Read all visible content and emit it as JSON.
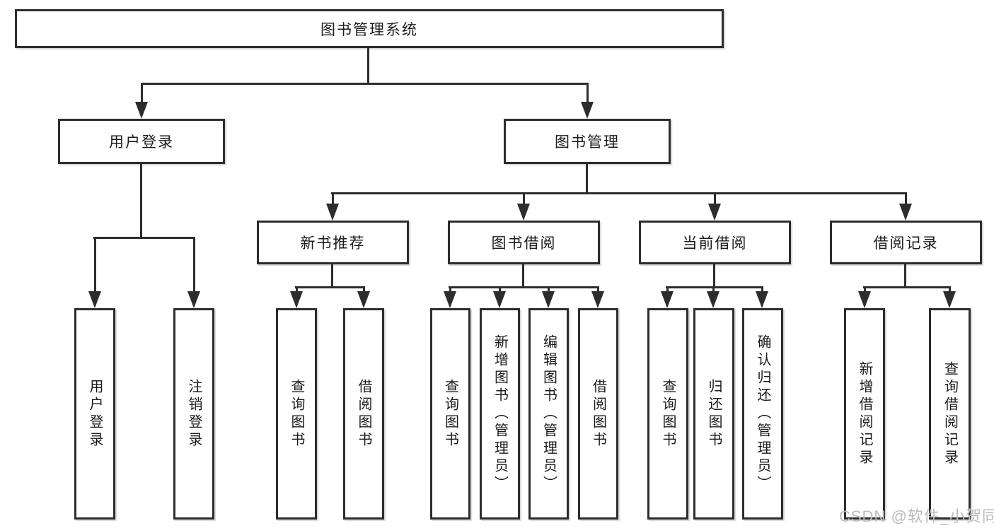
{
  "diagram": {
    "watermark": "CSDN @软件_小贺同学",
    "colors": {
      "background": "#ffffff",
      "box_border": "#2d2d2d",
      "connector_line": "#2d2d2d",
      "text": "#1b1b1b",
      "watermark_text": "#bcbcbc"
    },
    "tree": {
      "label": "图书管理系统",
      "children": [
        {
          "label": "用户登录",
          "children": [
            {
              "label": "用户登录"
            },
            {
              "label": "注销登录"
            }
          ]
        },
        {
          "label": "图书管理",
          "children": [
            {
              "label": "新书推荐",
              "children": [
                {
                  "label": "查询图书"
                },
                {
                  "label": "借阅图书"
                }
              ]
            },
            {
              "label": "图书借阅",
              "children": [
                {
                  "label": "查询图书"
                },
                {
                  "label": "新增图书（管理员）"
                },
                {
                  "label": "编辑图书（管理员）"
                },
                {
                  "label": "借阅图书"
                }
              ]
            },
            {
              "label": "当前借阅",
              "children": [
                {
                  "label": "查询图书"
                },
                {
                  "label": "归还图书"
                },
                {
                  "label": "确认归还（管理员）"
                }
              ]
            },
            {
              "label": "借阅记录",
              "children": [
                {
                  "label": "新增借阅记录"
                },
                {
                  "label": "查询借阅记录"
                }
              ]
            }
          ]
        }
      ]
    }
  }
}
